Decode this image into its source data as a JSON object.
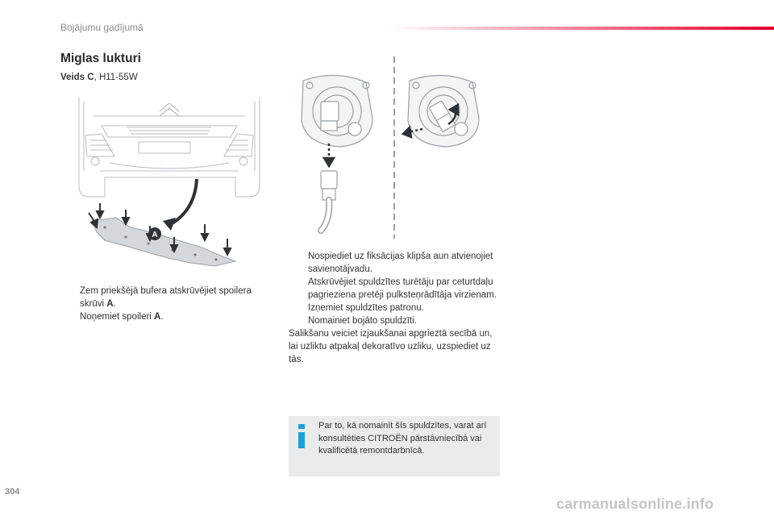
{
  "header": {
    "section": "Bojājumu gadījumā"
  },
  "title": "Miglas lukturi",
  "subtitle": {
    "type_label": "Veids C",
    "rest": ", H11-55W"
  },
  "figure_car": {
    "callout": "A"
  },
  "left_steps": [
    {
      "pre": "Zem priekšējā bufera atskrūvējiet spoilera skrūvi ",
      "bold": "A",
      "post": "."
    },
    {
      "pre": "Noņemiet spoileri ",
      "bold": "A",
      "post": "."
    }
  ],
  "right_steps": [
    "Nospiediet uz fiksācijas klipša aun atvienojiet savienotājvadu.",
    "Atskrūvējiet spuldzītes turētāju par ceturtdaļu pagrieziena pretēji pulksteņrādītāja virzienam.",
    "Izņemiet spuldzītes patronu.",
    "Nomainiet bojāto spuldzīti."
  ],
  "reassembly_note": "Salikšanu veiciet izjaukšanai apgrieztā secībā un, lai uzliktu atpakaļ dekoratīvo uzliku, uzspiediet uz tās.",
  "info_box": {
    "icon": "info-icon",
    "text": "Par to, kā nomainīt šīs spuldzītes, varat arī konsultēties CITROËN pārstāvniecībā vai kvalificētā remontdarbnīcā."
  },
  "bullet_glyph": "",
  "page_number": "304",
  "watermark": "carmanualsonline.info",
  "colors": {
    "accent_red": "#e4002b",
    "info_blue": "#1aa1d8",
    "info_bg": "#e9ebed",
    "figure_line": "#9aa0a6",
    "arrow_dark": "#2d3236"
  }
}
